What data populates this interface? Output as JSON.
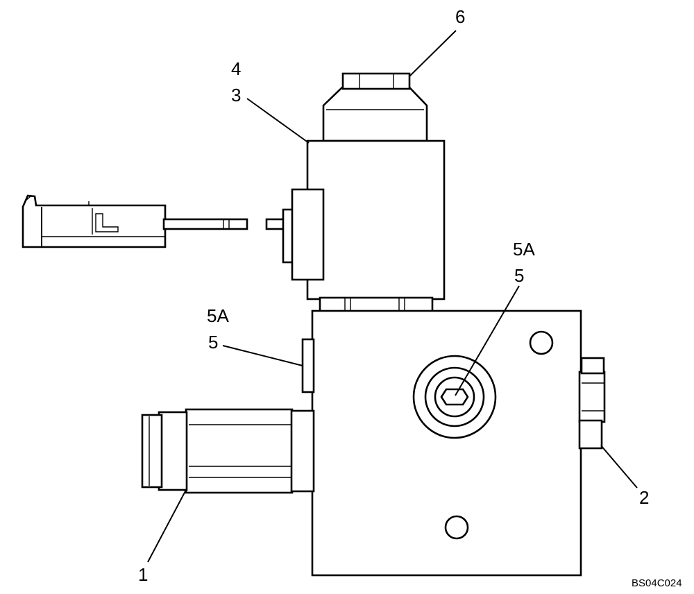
{
  "callouts": {
    "c1": "1",
    "c2": "2",
    "c3": "3",
    "c4": "4",
    "c5_left": "5",
    "c5a_left": "5A",
    "c5_right": "5",
    "c5a_right": "5A",
    "c6": "6"
  },
  "reference_code": "BS04C024"
}
